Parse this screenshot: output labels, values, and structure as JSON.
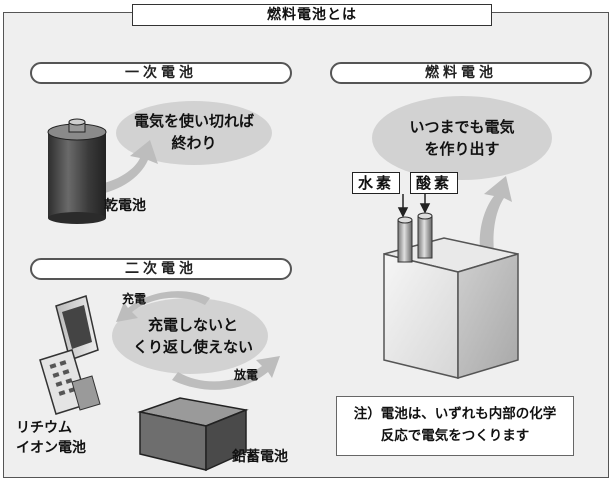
{
  "title": "燃料電池とは",
  "primary": {
    "heading": "一次電池",
    "bubble_line1": "電気を使い切れば",
    "bubble_line2": "終わり",
    "item_label": "乾電池"
  },
  "secondary": {
    "heading": "二次電池",
    "bubble_line1": "充電しないと",
    "bubble_line2": "くり返し使えない",
    "charge_label": "充電",
    "discharge_label": "放電",
    "lithium_line1": "リチウム",
    "lithium_line2": "イオン電池",
    "lead_label": "鉛蓄電池"
  },
  "fuel": {
    "heading": "燃料電池",
    "bubble_line1": "いつまでも電気",
    "bubble_line2": "を作り出す",
    "hydrogen": "水素",
    "oxygen": "酸素"
  },
  "note": {
    "line1": "注）電池は、いずれも内部の化学",
    "line2": "反応で電気をつくります"
  },
  "colors": {
    "frame_bg": "#efefef",
    "bubble": "#d2d2d2",
    "arrow": "#bdbdbd",
    "battery": "#444444"
  }
}
